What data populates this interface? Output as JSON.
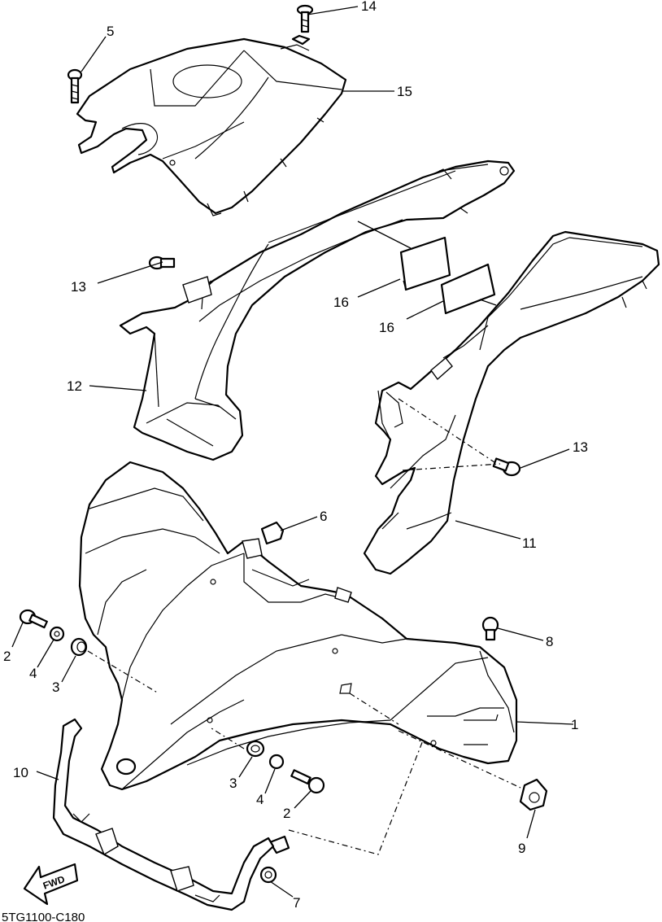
{
  "diagram_code": "5TG1100-C180",
  "fwd_label": "FWD",
  "callouts": [
    {
      "id": "c1",
      "label": "1"
    },
    {
      "id": "c2a",
      "label": "2"
    },
    {
      "id": "c2b",
      "label": "2"
    },
    {
      "id": "c3a",
      "label": "3"
    },
    {
      "id": "c3b",
      "label": "3"
    },
    {
      "id": "c4a",
      "label": "4"
    },
    {
      "id": "c4b",
      "label": "4"
    },
    {
      "id": "c5",
      "label": "5"
    },
    {
      "id": "c6",
      "label": "6"
    },
    {
      "id": "c7",
      "label": "7"
    },
    {
      "id": "c8",
      "label": "8"
    },
    {
      "id": "c9",
      "label": "9"
    },
    {
      "id": "c10",
      "label": "10"
    },
    {
      "id": "c11",
      "label": "11"
    },
    {
      "id": "c12",
      "label": "12"
    },
    {
      "id": "c13a",
      "label": "13"
    },
    {
      "id": "c13b",
      "label": "13"
    },
    {
      "id": "c14",
      "label": "14"
    },
    {
      "id": "c15",
      "label": "15"
    },
    {
      "id": "c16a",
      "label": "16"
    },
    {
      "id": "c16b",
      "label": "16"
    }
  ]
}
